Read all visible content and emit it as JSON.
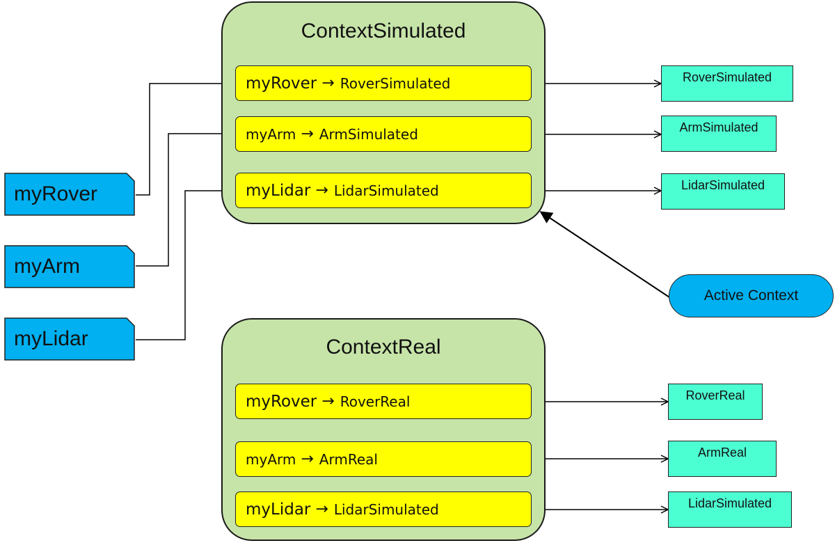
{
  "contexts": {
    "simulated": {
      "title": "ContextSimulated",
      "bindings": [
        {
          "variable": "myRover",
          "arrow": "→",
          "implementation": "RoverSimulated"
        },
        {
          "variable": "myArm",
          "arrow": "→",
          "implementation": "ArmSimulated"
        },
        {
          "variable": "myLidar",
          "arrow": "→",
          "implementation": "LidarSimulated"
        }
      ]
    },
    "real": {
      "title": "ContextReal",
      "bindings": [
        {
          "variable": "myRover",
          "arrow": "→",
          "implementation": "RoverReal"
        },
        {
          "variable": "myArm",
          "arrow": "→",
          "implementation": "ArmReal"
        },
        {
          "variable": "myLidar",
          "arrow": "→",
          "implementation": "LidarSimulated"
        }
      ]
    }
  },
  "variables": [
    "myRover",
    "myArm",
    "myLidar"
  ],
  "targets": {
    "simulated": [
      "RoverSimulated",
      "ArmSimulated",
      "LidarSimulated"
    ],
    "real": [
      "RoverReal",
      "ArmReal",
      "LidarSimulated"
    ]
  },
  "active_context_label": "Active Context",
  "colors": {
    "context_fill": "#c6e4a8",
    "binding_fill": "#ffff00",
    "variable_fill": "#00b0f0",
    "target_fill": "#4cffd2",
    "active_fill": "#00b0f0"
  }
}
